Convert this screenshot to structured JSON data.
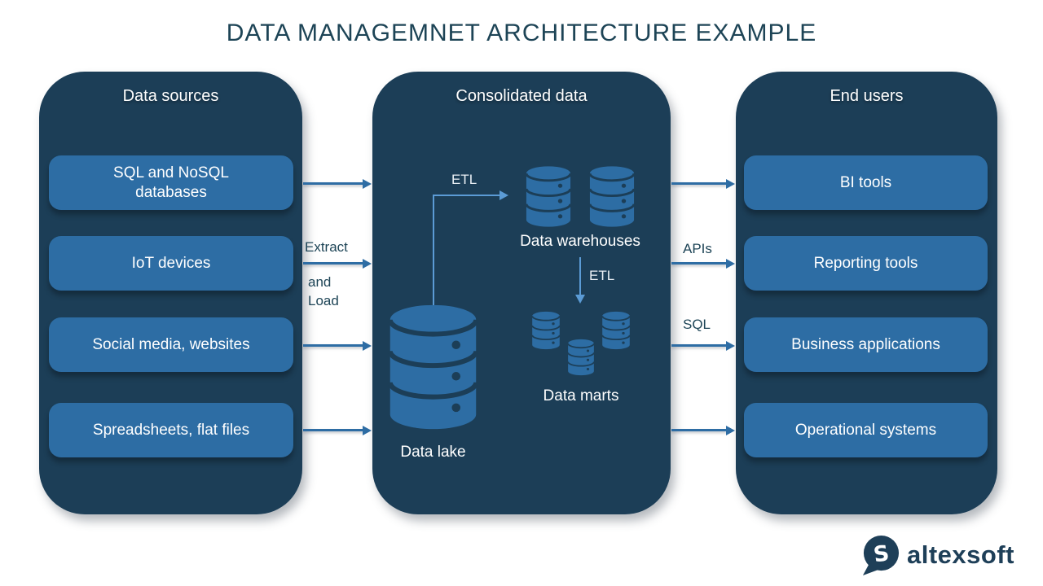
{
  "title": "DATA MANAGEMNET ARCHITECTURE EXAMPLE",
  "colors": {
    "background": "#ffffff",
    "panel": "#1C3E57",
    "box": "#2D6DA4",
    "box_text": "#ffffff",
    "title_text": "#1D4456",
    "external_arrow": "#2E6DA4",
    "internal_arrow": "#5B9BD5",
    "flow_label_text": "#1D4456",
    "etl_label_text": "#E9EFF5",
    "logo_color": "#1E3F58"
  },
  "panels": {
    "sources": {
      "title": "Data sources",
      "items": [
        "SQL and NoSQL\ndatabases",
        "IoT devices",
        "Social media, websites",
        "Spreadsheets, flat files"
      ]
    },
    "consolidated": {
      "title": "Consolidated data",
      "etl_top_label": "ETL",
      "etl_mid_label": "ETL",
      "warehouses_label": "Data warehouses",
      "marts_label": "Data marts",
      "lake_label": "Data lake"
    },
    "end_users": {
      "title": "End users",
      "items": [
        "BI tools",
        "Reporting tools",
        "Business applications",
        "Operational systems"
      ]
    }
  },
  "flow": {
    "extract": "Extract",
    "and": "and",
    "load": "Load",
    "apis": "APIs",
    "sql": "SQL"
  },
  "icons": {
    "warehouse": "database-cylinder-icon",
    "mart": "database-cylinder-icon",
    "lake": "database-cylinder-icon",
    "logo": "altexsoft-speech-bubble-icon"
  },
  "logo": {
    "text": "altexsoft"
  }
}
